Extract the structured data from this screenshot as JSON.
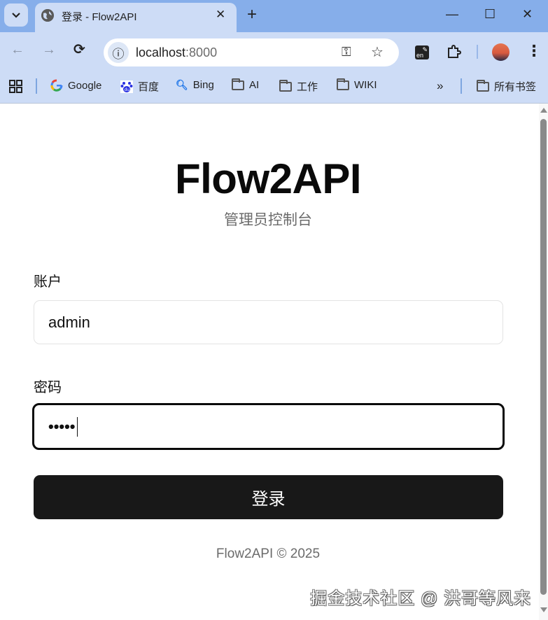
{
  "browser": {
    "tab_title": "登录 - Flow2API",
    "url_host": "localhost",
    "url_port": ":8000",
    "window_controls": {
      "minimize": "—",
      "maximize": "☐",
      "close": "✕"
    },
    "icons": {
      "tab_search": "chevron-down-icon",
      "new_tab": "+",
      "back": "←",
      "forward": "→",
      "reload": "⟳",
      "info": "ⓘ",
      "key": "⚿",
      "star": "☆",
      "extensions": "puzzle-icon",
      "menu": "⋮"
    },
    "bookmarks": [
      {
        "label": "Google",
        "icon": "google-icon"
      },
      {
        "label": "百度",
        "icon": "baidu-icon"
      },
      {
        "label": "Bing",
        "icon": "search-icon"
      },
      {
        "label": "AI",
        "icon": "folder-icon"
      },
      {
        "label": "工作",
        "icon": "folder-icon"
      },
      {
        "label": "WIKI",
        "icon": "folder-icon"
      }
    ],
    "bookmarks_overflow": "»",
    "all_bookmarks": "所有书签"
  },
  "page": {
    "title": "Flow2API",
    "subtitle": "管理员控制台",
    "form": {
      "username_label": "账户",
      "username_value": "admin",
      "password_label": "密码",
      "password_value": "•••••",
      "submit_label": "登录"
    },
    "footer": "Flow2API © 2025"
  },
  "watermark": "掘金技术社区 @ 洪哥等风来",
  "colors": {
    "tabstrip": "#86aeea",
    "toolbar": "#cddcf6",
    "button_bg": "#181818",
    "muted_text": "#6b6b6b"
  }
}
